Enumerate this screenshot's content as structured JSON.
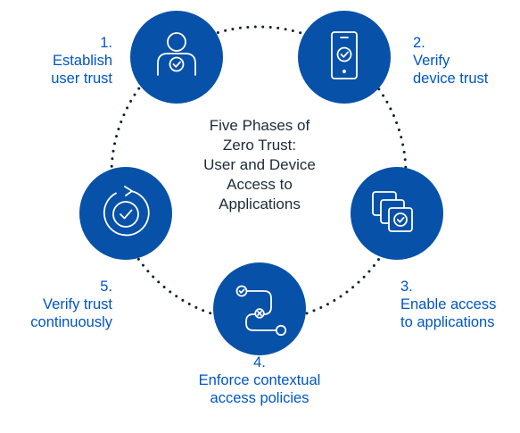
{
  "center_title": {
    "line1": "Five Phases of",
    "line2": "Zero Trust:",
    "line3": "User and Device",
    "line4": "Access to",
    "line5": "Applications"
  },
  "phases": [
    {
      "number": "1.",
      "line1": "Establish",
      "line2": "user trust",
      "icon": "user-check-icon"
    },
    {
      "number": "2.",
      "line1": "Verify",
      "line2": "device trust",
      "icon": "phone-check-icon"
    },
    {
      "number": "3.",
      "line1": "Enable access",
      "line2": "to applications",
      "icon": "stacked-apps-check-icon"
    },
    {
      "number": "4.",
      "line1": "Enforce contextual",
      "line2": "access policies",
      "icon": "policy-path-icon"
    },
    {
      "number": "5.",
      "line1": "Verify trust",
      "line2": "continuously",
      "icon": "refresh-check-icon"
    }
  ],
  "colors": {
    "circle_fill": "#0751a8",
    "icon_stroke": "#ffffff",
    "label_text": "#0055c4",
    "title_text": "#1c2b3a",
    "dots": "#0f1e35"
  }
}
